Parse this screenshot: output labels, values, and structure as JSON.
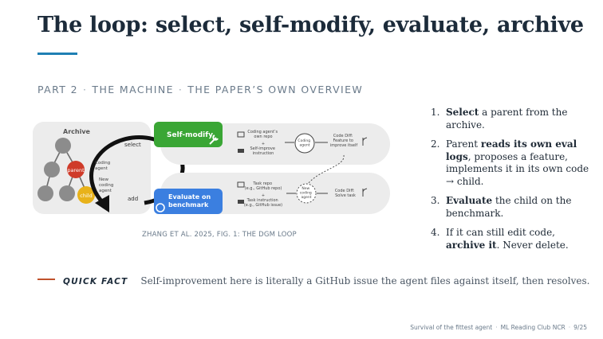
{
  "slide": {
    "title": "The loop: select, self-modify, evaluate, archive",
    "kicker": {
      "part": "PART 2",
      "section": "THE MACHINE",
      "subsection": "THE PAPER’S OWN OVERVIEW"
    }
  },
  "figure": {
    "archive_label": "Archive",
    "parent_label": "parent",
    "child_label": "child",
    "select_label": "select",
    "add_label": "add",
    "coding_agent_label": [
      "Coding",
      "agent"
    ],
    "new_coding_agent_label": [
      "New",
      "coding",
      "agent"
    ],
    "self_modify_label": "Self-modify",
    "evaluate_label": [
      "Evaluate on",
      "benchmark"
    ],
    "top_row": {
      "item1": [
        "Coding agent’s",
        "own repo"
      ],
      "plus": "+",
      "item2": [
        "Self-improve",
        "instruction"
      ],
      "circle": [
        "Coding",
        "agent"
      ],
      "result": [
        "Code Diff:",
        "Feature to",
        "improve itself"
      ]
    },
    "bottom_row": {
      "item1": [
        "Task repo",
        "(e.g., GitHub repo)"
      ],
      "plus": "+",
      "item2": [
        "Task instruction",
        "(e.g., GitHub issue)"
      ],
      "circle": [
        "New",
        "coding",
        "agent"
      ],
      "result": [
        "Code Diff:",
        "Solve task"
      ]
    },
    "caption": "ZHANG ET AL. 2025, FIG. 1: THE DGM LOOP",
    "colors": {
      "green": "#3aa635",
      "blue": "#3b7fe0",
      "parent": "#cf3b2a",
      "child": "#e8b21a",
      "node": "#8c8c8c",
      "panel": "#eeeeee"
    }
  },
  "steps": [
    {
      "num": "1.",
      "parts": [
        {
          "b": "Select"
        },
        {
          "t": " a parent from the archive."
        }
      ]
    },
    {
      "num": "2.",
      "parts": [
        {
          "t": "Parent "
        },
        {
          "b": "reads its own eval logs"
        },
        {
          "t": ", proposes a feature, implements it in its own code → child."
        }
      ]
    },
    {
      "num": "3.",
      "parts": [
        {
          "b": "Evaluate"
        },
        {
          "t": " the child on the benchmark."
        }
      ]
    },
    {
      "num": "4.",
      "parts": [
        {
          "t": "If it can still edit code, "
        },
        {
          "b": "archive it"
        },
        {
          "t": ". Never delete."
        }
      ]
    }
  ],
  "quick_fact": {
    "label": "QUICK FACT",
    "text": "Self-improvement here is literally a GitHub issue the agent files against itself, then resolves."
  },
  "footer": {
    "title": "Survival of the fittest agent",
    "venue": "ML Reading Club NCR",
    "page": "9/25"
  }
}
